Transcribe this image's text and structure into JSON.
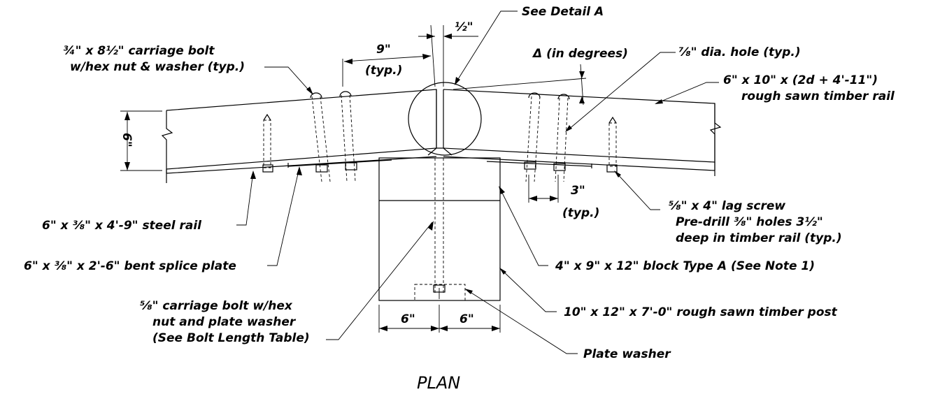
{
  "diagram": {
    "title": "PLAN",
    "labels": {
      "carriage_bolt_34_l1": "¾\" x 8½\" carriage bolt",
      "carriage_bolt_34_l2": "w/hex nut & washer (typ.)",
      "dim_9_l1": "9\"",
      "dim_9_l2": "(typ.)",
      "dim_half": "½\"",
      "see_detail_a": "See Detail A",
      "delta": "Δ (in degrees)",
      "hole": "⅞\" dia. hole (typ.)",
      "timber_rail_l1": "6\" x 10\" x (2d + 4'-11\")",
      "timber_rail_l2": "rough sawn timber rail",
      "dim_6_rot": "6\"",
      "dim_3_l1": "3\"",
      "dim_3_l2": "(typ.)",
      "lag_l1": "⅝\" x 4\" lag screw",
      "lag_l2": "Pre-drill ⅜\" holes 3½\"",
      "lag_l3": "deep in timber rail (typ.)",
      "steel_rail": "6\" x ⅜\" x 4'-9\" steel rail",
      "splice_plate": "6\" x ⅜\" x 2'-6\" bent splice plate",
      "block": "4\" x 9\" x 12\" block Type A (See Note 1)",
      "carriage_bolt_58_l1": "⅝\" carriage bolt w/hex",
      "carriage_bolt_58_l2": "nut and plate washer",
      "carriage_bolt_58_l3": "(See Bolt Length Table)",
      "post": "10\" x 12\" x 7'-0\" rough sawn timber post",
      "dim_6_left": "6\"",
      "dim_6_right": "6\"",
      "plate_washer": "Plate washer"
    }
  }
}
